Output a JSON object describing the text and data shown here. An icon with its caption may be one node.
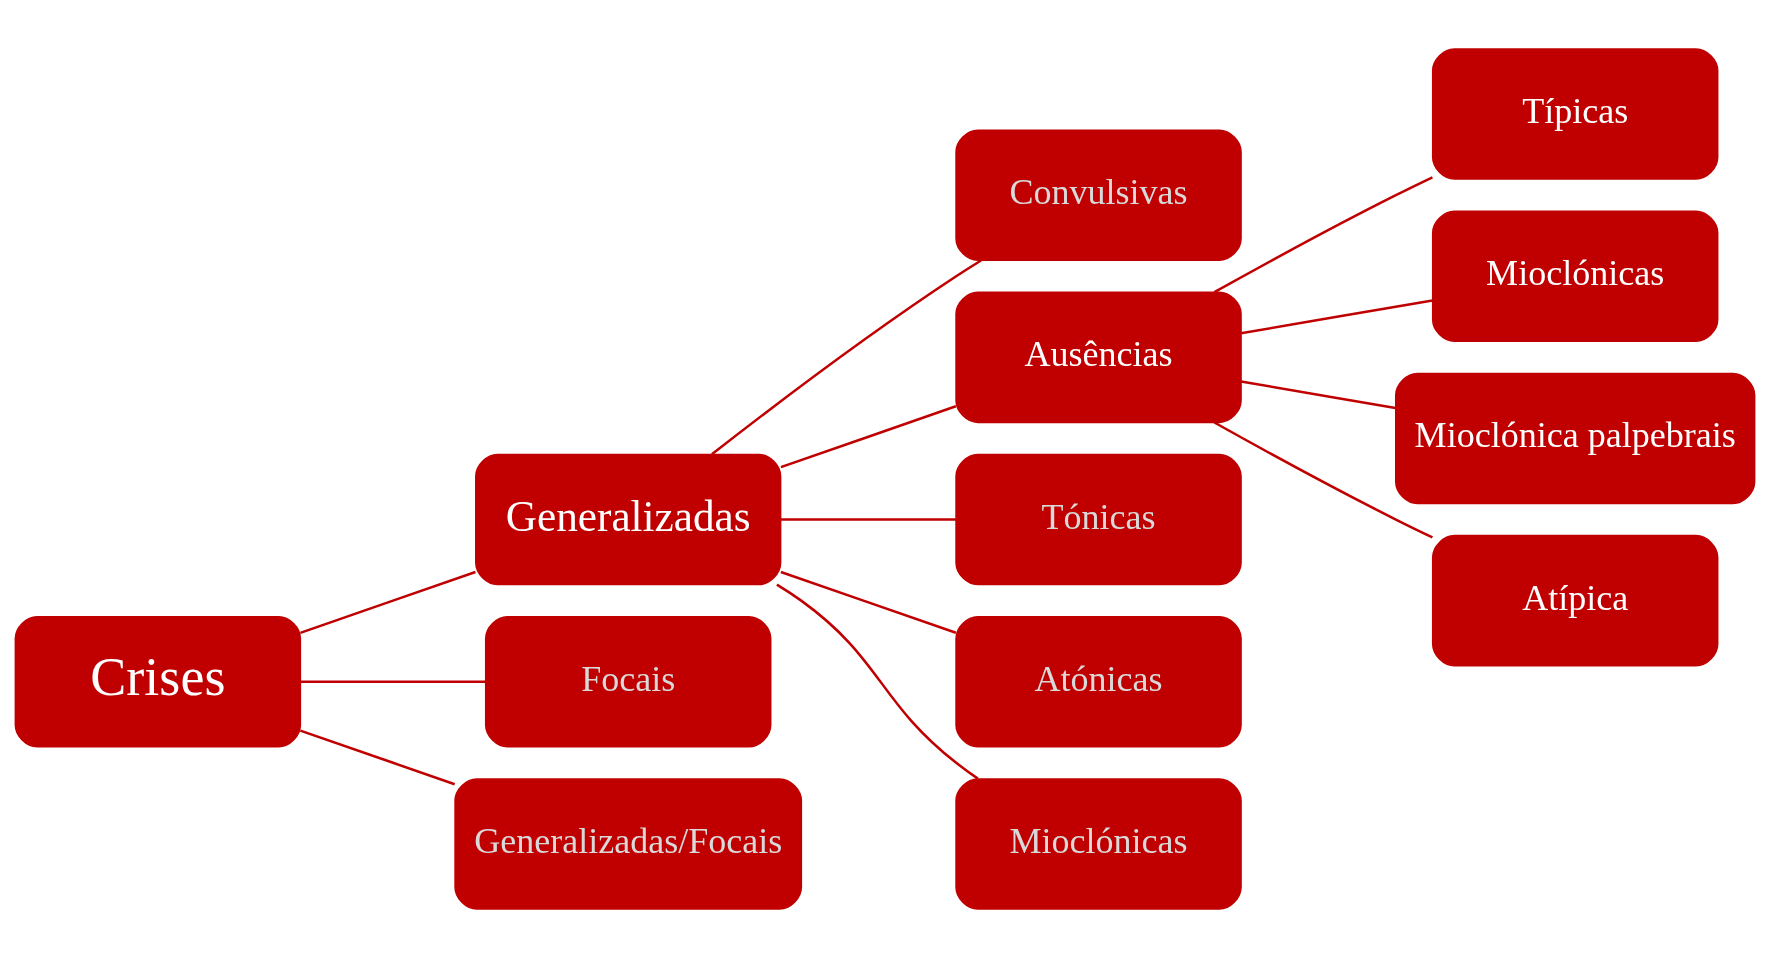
{
  "diagram": {
    "nodes": [
      {
        "text": [
          "Crises"
        ]
      },
      {
        "text": [
          "Generalizadas"
        ]
      },
      {
        "text": [
          "Focais"
        ]
      },
      {
        "text": [
          "Generalizadas/Focais"
        ]
      },
      {
        "text": [
          "Convulsivas"
        ]
      },
      {
        "text": [
          "Ausências"
        ]
      },
      {
        "text": [
          "Tónicas"
        ]
      },
      {
        "text": [
          "Atónicas"
        ]
      },
      {
        "text": [
          "Mioclónicas"
        ]
      },
      {
        "text": [
          "Típicas"
        ]
      },
      {
        "text": [
          "Mioclónicas"
        ]
      },
      {
        "text": [
          "Mioclónica palpebrais"
        ]
      },
      {
        "text": [
          "Atípica"
        ]
      }
    ],
    "edges": [
      {
        "from": 0,
        "to": 1,
        "arrow": "none"
      },
      {
        "from": 0,
        "to": 2,
        "arrow": "none"
      },
      {
        "from": 0,
        "to": 3,
        "arrow": "none"
      },
      {
        "from": 1,
        "to": 4,
        "arrow": "none"
      },
      {
        "from": 1,
        "to": 5,
        "arrow": "none"
      },
      {
        "from": 1,
        "to": 6,
        "arrow": "none"
      },
      {
        "from": 1,
        "to": 7,
        "arrow": "none"
      },
      {
        "from": 1,
        "to": 8,
        "arrow": "none"
      },
      {
        "from": 5,
        "to": 9,
        "arrow": "none"
      },
      {
        "from": 5,
        "to": 10,
        "arrow": "none"
      },
      {
        "from": 5,
        "to": 11,
        "arrow": "none"
      },
      {
        "from": 5,
        "to": 12,
        "arrow": "none"
      }
    ]
  }
}
